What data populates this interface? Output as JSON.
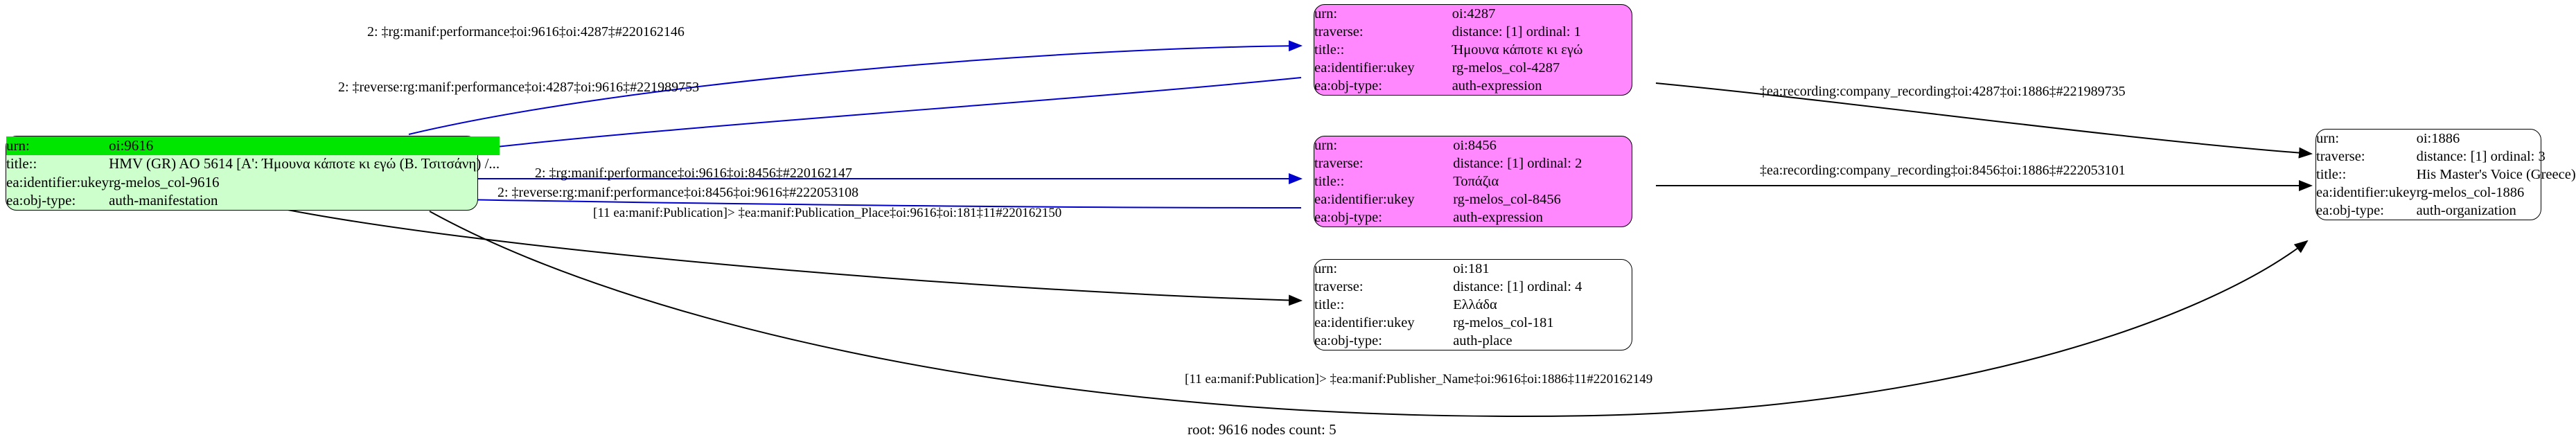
{
  "graph": {
    "caption": "root: 9616 nodes count: 5",
    "colors": {
      "root_header": "#00e600",
      "root_body": "#ccffcc",
      "expression": "#ff88ff",
      "plain": "#ffffff",
      "edge_blue": "#0000cc",
      "edge_black": "#000000"
    },
    "field_keys": {
      "urn": "urn:",
      "traverse": "traverse:",
      "title": "title::",
      "ukey": "ea:identifier:ukey",
      "objtype": "ea:obj-type:"
    },
    "nodes": [
      {
        "id": "n9616",
        "urn": "oi:9616",
        "title": "HMV (GR) AO 5614 [A': Ήμουνα κάποτε κι εγώ (Β. Τσιτσάνη) /...",
        "ukey": "rg-melos_col-9616",
        "objtype": "auth-manifestation"
      },
      {
        "id": "n4287",
        "urn": "oi:4287",
        "traverse": "distance: [1]     ordinal: 1",
        "title": "Ήμουνα κάποτε κι εγώ",
        "ukey": "rg-melos_col-4287",
        "objtype": "auth-expression"
      },
      {
        "id": "n8456",
        "urn": "oi:8456",
        "traverse": "distance: [1]     ordinal: 2",
        "title": "Τοπάζια",
        "ukey": "rg-melos_col-8456",
        "objtype": "auth-expression"
      },
      {
        "id": "n181",
        "urn": "oi:181",
        "traverse": "distance: [1]     ordinal: 4",
        "title": "Ελλάδα",
        "ukey": "rg-melos_col-181",
        "objtype": "auth-place"
      },
      {
        "id": "n1886",
        "urn": "oi:1886",
        "traverse": "distance: [1]     ordinal: 3",
        "title": "His Master's Voice (Greece)",
        "ukey": "rg-melos_col-1886",
        "objtype": "auth-organization"
      }
    ],
    "edges": [
      {
        "id": "e1",
        "label": "2: ‡rg:manif:performance‡oi:9616‡oi:4287‡#220162146"
      },
      {
        "id": "e2",
        "label": "2: ‡reverse:rg:manif:performance‡oi:4287‡oi:9616‡#221989753"
      },
      {
        "id": "e3",
        "label": "2: ‡rg:manif:performance‡oi:9616‡oi:8456‡#220162147"
      },
      {
        "id": "e4",
        "label": "2: ‡reverse:rg:manif:performance‡oi:8456‡oi:9616‡#222053108"
      },
      {
        "id": "e5",
        "label": "[11 ea:manif:Publication]> ‡ea:manif:Publication_Place‡oi:9616‡oi:181‡11#220162150"
      },
      {
        "id": "e6",
        "label": "‡ea:recording:company_recording‡oi:4287‡oi:1886‡#221989735"
      },
      {
        "id": "e7",
        "label": "‡ea:recording:company_recording‡oi:8456‡oi:1886‡#222053101"
      },
      {
        "id": "e8",
        "label": "[11 ea:manif:Publication]> ‡ea:manif:Publisher_Name‡oi:9616‡oi:1886‡11#220162149"
      }
    ]
  }
}
